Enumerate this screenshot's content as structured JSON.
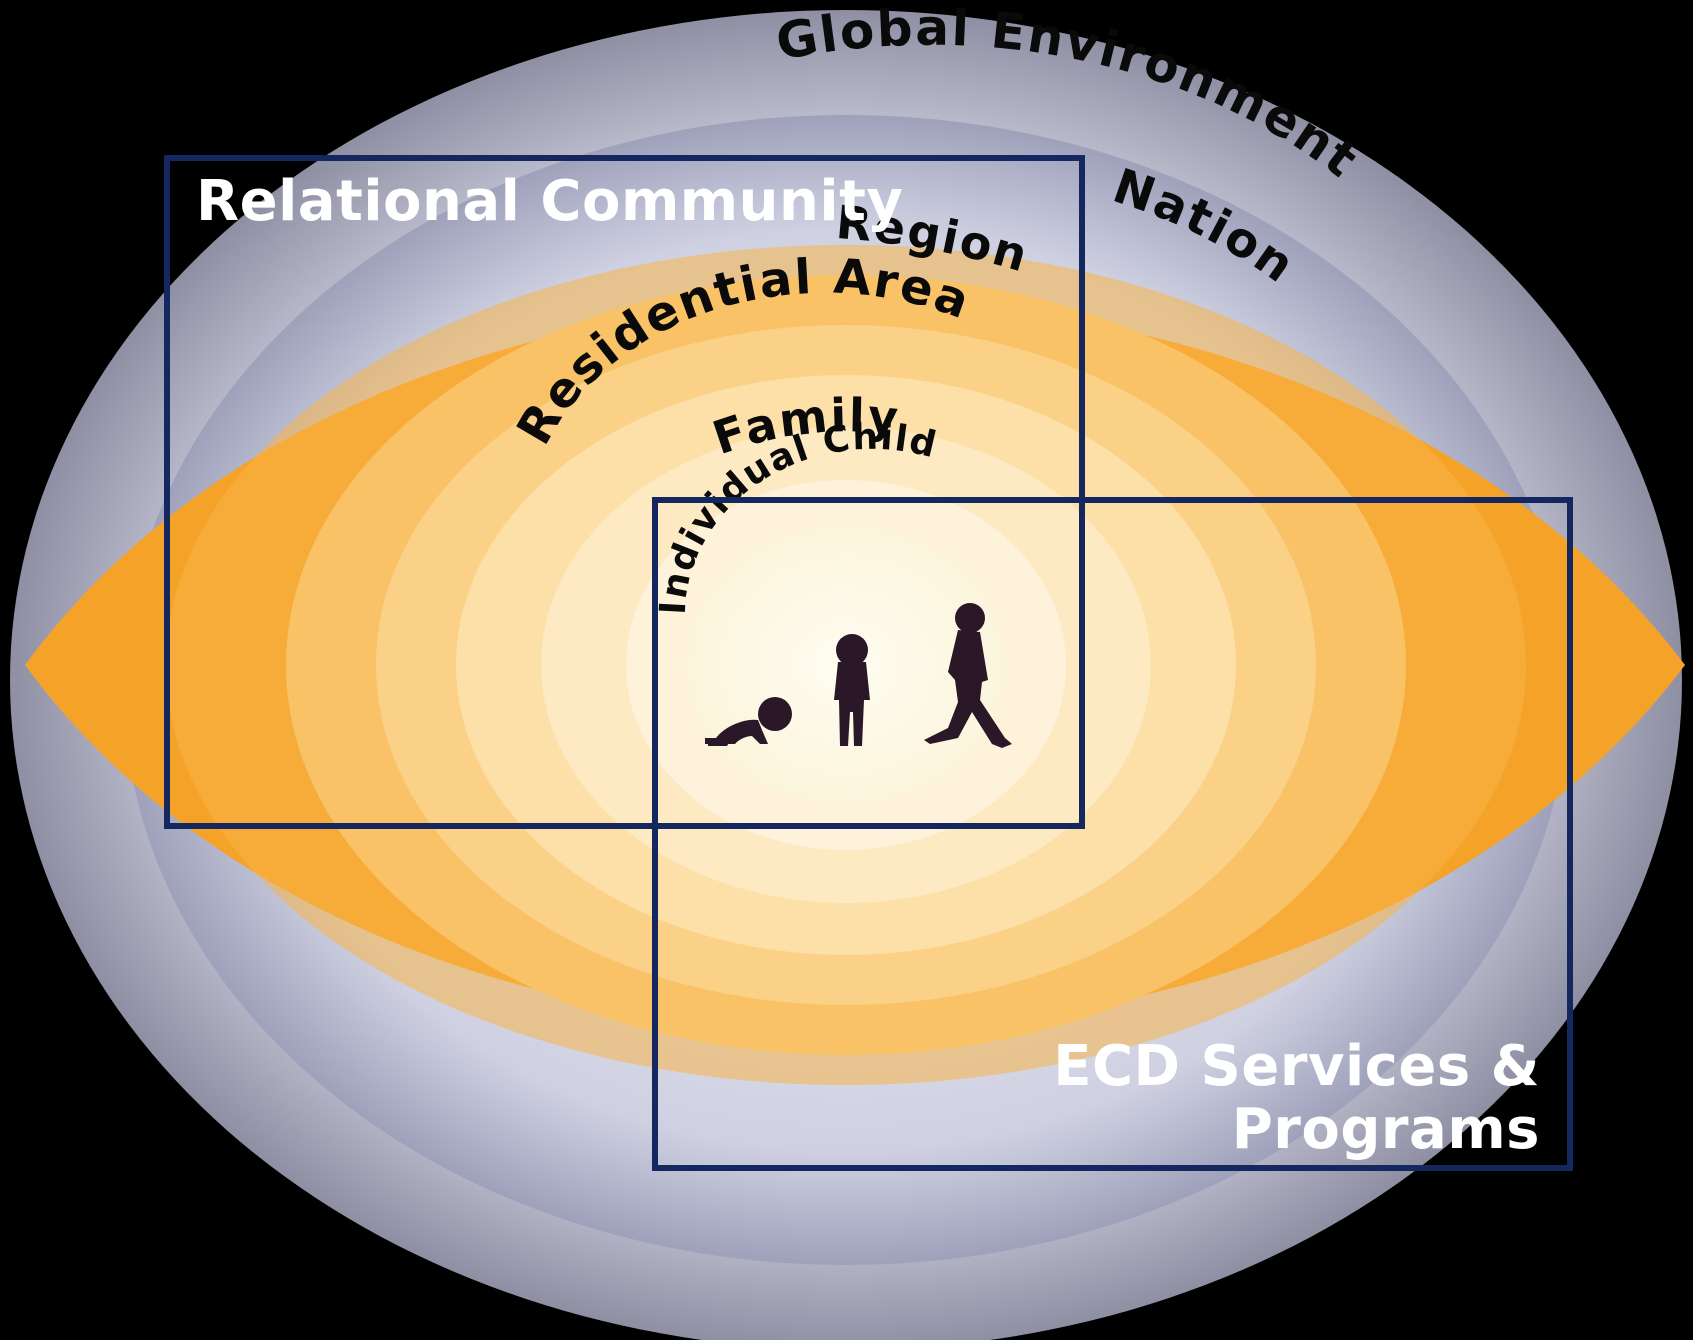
{
  "diagram": {
    "rings": {
      "global": "Global Environment",
      "nation": "Nation",
      "region": "Region",
      "residential": "Residential Area",
      "family": "Family",
      "child": "Individual Child"
    },
    "boxes": {
      "relational_community": "Relational Community",
      "ecd_line1": "ECD Services &",
      "ecd_line2": "Programs"
    },
    "colors": {
      "background": "#000000",
      "outer_ring": "#b4b6c8",
      "inner_ring": "#c8cadd",
      "orange": "#f5a229",
      "center": "#fdf8e6",
      "frame": "#14275e",
      "silhouette": "#2a1728"
    },
    "icons": [
      "crawling-baby-icon",
      "standing-toddler-icon",
      "walking-child-icon"
    ]
  }
}
